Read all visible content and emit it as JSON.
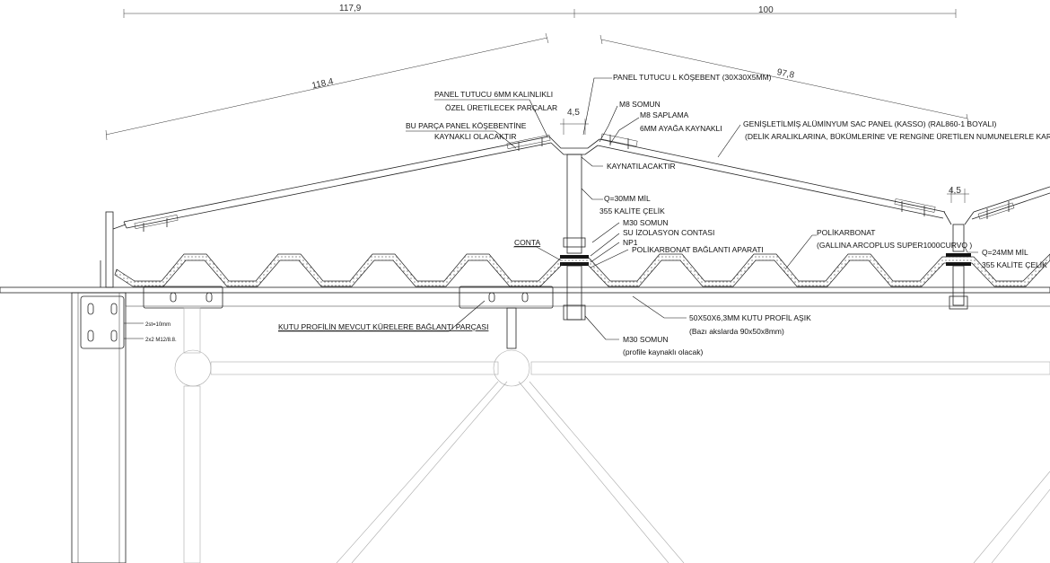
{
  "dimensions": {
    "top_left": "117,9",
    "top_right": "100",
    "slope_left": "118,4",
    "slope_right": "97,8",
    "gap_left": "4,5",
    "gap_right": "4,5"
  },
  "labels": {
    "panel_holder_1": "PANEL TUTUCU 6MM KALINLIKLI",
    "panel_holder_2": "ÖZEL ÜRETİLECEK PARÇALAR",
    "weld_note_1": "BU PARÇA PANEL KÖŞEBENTİNE",
    "weld_note_2": "KAYNAKLI OLACAKTIR",
    "l_angle": "PANEL TUTUCU L KÖŞEBENT (30X30X5MM)",
    "m8_nut": "M8 SOMUN",
    "m8_stud_1": "M8 SAPLAMA",
    "m8_stud_2": "6MM AYAĞA KAYNAKLI",
    "expanded_1": "GENİŞLETİLMİŞ ALÜMİNYUM SAC PANEL (KASSO) (RAL860-1 BOYALI)",
    "expanded_2": "(DELİK ARALIKLARINA, BÜKÜMLERİNE VE RENGİNE ÜRETİLEN NUMUNELERLE KARAR VERİLECEKTİR)",
    "weld": "KAYNATILACAKTIR",
    "shaft_1": "Q=30MM MİL",
    "shaft_2": "355 KALİTE ÇELİK",
    "m30_nut": "M30 SOMUN",
    "water_seal": "SU İZOLASYON CONTASI",
    "np1": "NP1",
    "poly_bracket": "POLİKARBONAT BAĞLANTI APARATI",
    "conta": "CONTA",
    "poly_1": "POLİKARBONAT",
    "poly_2": "(GALLINA ARCOPLUS SUPER1000CURVO )",
    "shaft_r_1": "Q=24MM MİL",
    "shaft_r_2": "355 KALİTE ÇELİK",
    "box_conn": "KUTU PROFİLİN  MEVCUT KÜRELERE BAĞLANTI PARÇASI",
    "purlin_1": "50X50X6,3MM KUTU PROFİL AŞIK",
    "purlin_2": "(Bazı akslarda 90x50x8mm)",
    "m30_bottom_1": "M30 SOMUN",
    "m30_bottom_2": "(profile kaynaklı olacak)",
    "plate_1": "2st=10mm",
    "plate_2": "2x2 M12/8.8."
  },
  "colors": {
    "line": "#222222",
    "faint": "#aaaaaa",
    "background": "#ffffff"
  }
}
